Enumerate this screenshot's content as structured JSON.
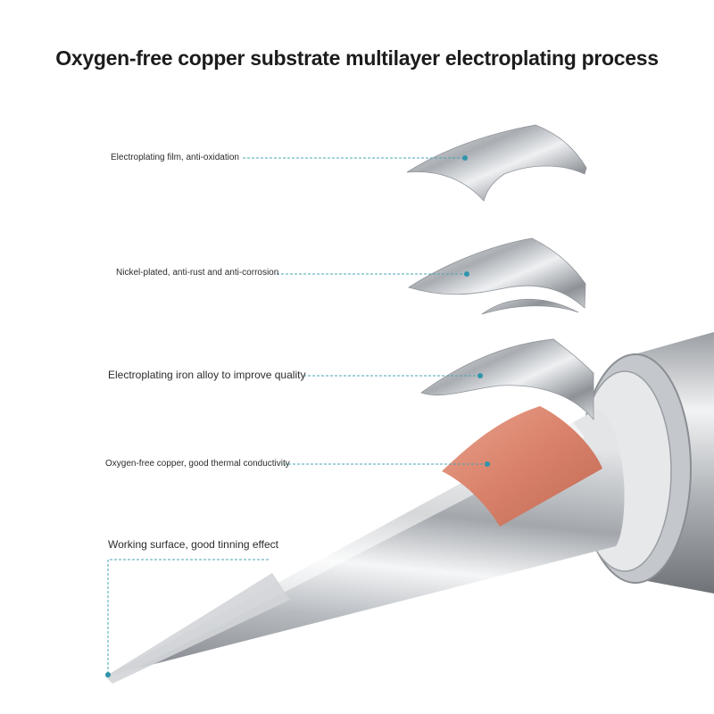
{
  "title": "Oxygen-free copper substrate multilayer electroplating process",
  "layers": [
    {
      "id": "film",
      "label": "Electroplating film, anti-oxidation"
    },
    {
      "id": "nickel",
      "label": "Nickel-plated, anti-rust and anti-corrosion"
    },
    {
      "id": "iron",
      "label": "Electroplating iron alloy to improve quality"
    },
    {
      "id": "copper",
      "label": "Oxygen-free copper, good thermal conductivity"
    },
    {
      "id": "surface",
      "label": "Working surface, good tinning effect"
    }
  ],
  "colors": {
    "leader": "#4aa4b6",
    "copper": "#d9816a",
    "metal": "#c9ccd0"
  }
}
